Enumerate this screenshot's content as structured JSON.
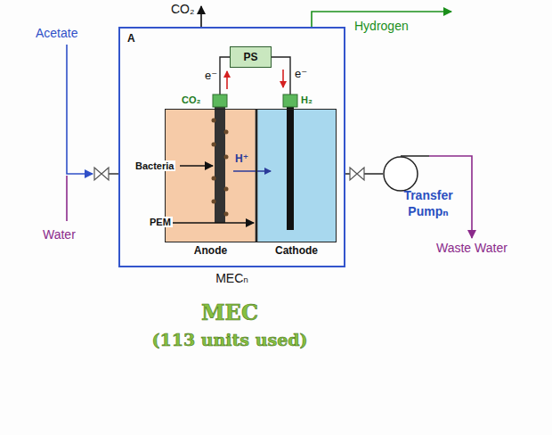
{
  "diagram": {
    "title": "MEC",
    "caption": "(113 units used)",
    "nodes": [
      {
        "text": [
          "A",
          "MECₙ"
        ]
      },
      {
        "text": [
          "PS"
        ],
        "in": 0
      },
      {
        "text": [
          "Anode"
        ],
        "in": 0
      },
      {
        "text": [
          "Cathode"
        ],
        "in": 0
      },
      {
        "text": [
          "Transfer Pumpₙ"
        ]
      }
    ],
    "edges": [
      {
        "from": 0,
        "to": 4,
        "arrow": "none"
      },
      {
        "from": 1,
        "to": 2,
        "arrow": "none"
      },
      {
        "from": 1,
        "to": 3,
        "arrow": "none"
      }
    ],
    "labels": [
      "CO₂",
      "Hydrogen",
      "Acetate",
      "Water",
      "Waste Water",
      "CO₂",
      "H₂",
      "e⁻",
      "e⁻",
      "Bacteria",
      "PEM",
      "H⁺"
    ]
  }
}
